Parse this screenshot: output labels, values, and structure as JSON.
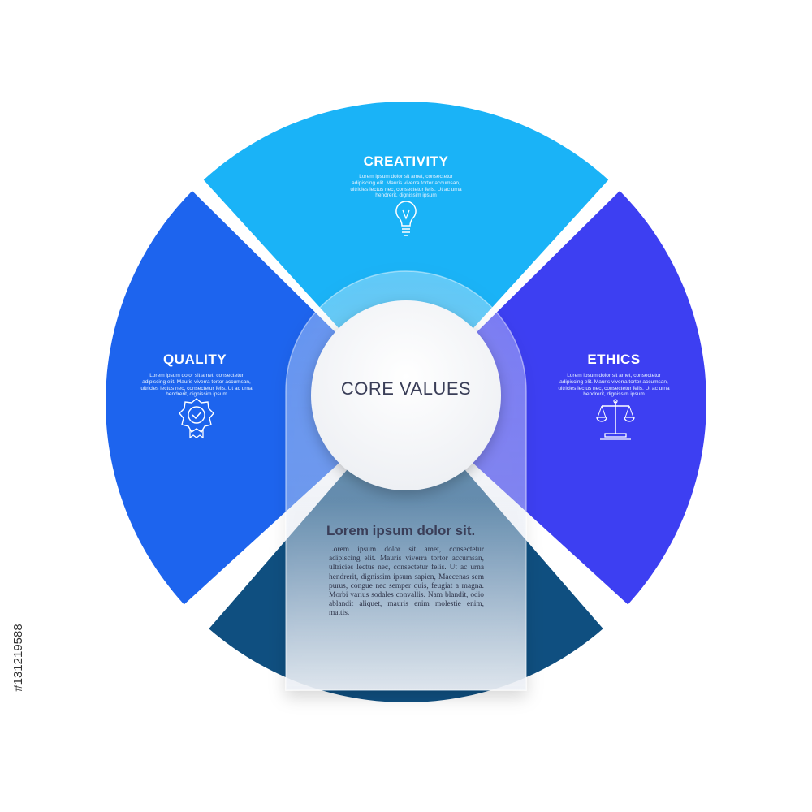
{
  "center": {
    "title": "CORE VALUES"
  },
  "segments": [
    {
      "id": "creativity",
      "title": "CREATIVITY",
      "body": "Lorem ipsum dolor sit amet, consectetur adipiscing elit. Mauris viverra tortor accumsan, ultricies lectus nec, consectetur felis. Ut ac urna hendrerit, dignissim ipsum",
      "icon": "lightbulb-icon",
      "color": "#1ab3f7"
    },
    {
      "id": "quality",
      "title": "QUALITY",
      "body": "Lorem ipsum dolor sit amet, consectetur adipiscing elit. Mauris viverra tortor accumsan, ultricies lectus nec, consectetur felis. Ut ac urna hendrerit, dignissim ipsum",
      "icon": "quality-badge-icon",
      "color": "#1d64ee"
    },
    {
      "id": "ethics",
      "title": "ETHICS",
      "body": "Lorem ipsum dolor sit amet, consectetur adipiscing elit. Mauris viverra tortor accumsan, ultricies lectus nec, consectetur felis. Ut ac urna hendrerit, dignissim ipsum",
      "icon": "scales-icon",
      "color": "#3d3ff2"
    }
  ],
  "bottom_segment_color": "#0f4f80",
  "panel": {
    "heading": "Lorem ipsum dolor sit.",
    "body": "Lorem ipsum dolor sit amet, consectetur adipiscing elit. Mauris viverra tortor accumsan, ultricies lectus nec, consectetur felis. Ut ac urna hendrerit, dignissim ipsum sapien, Maecenas sem purus, congue nec semper quis, feugiat a magna. Morbi varius sodales convallis. Nam blandit, odio ablandit aliquet, mauris enim molestie enim, mattis."
  },
  "watermark": {
    "stock_id": "#131219588"
  }
}
